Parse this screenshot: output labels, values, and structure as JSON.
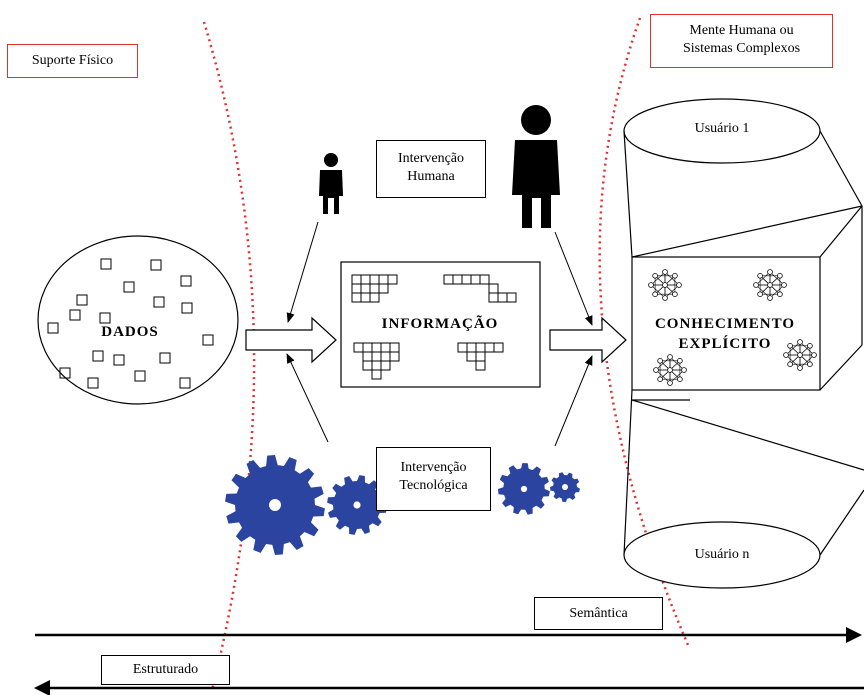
{
  "labels": {
    "suporte_fisico": "Suporte Físico",
    "mente_line1": "Mente Humana ou",
    "mente_line2": "Sistemas Complexos",
    "intervencao_humana_line1": "Intervenção",
    "intervencao_humana_line2": "Humana",
    "intervencao_tecnologica_line1": "Intervenção",
    "intervencao_tecnologica_line2": "Tecnológica",
    "dados": "DADOS",
    "informacao": "INFORMAÇÃO",
    "conhecimento_line1": "CONHECIMENTO",
    "conhecimento_line2": "EXPLÍCITO",
    "usuario_1": "Usuário 1",
    "usuario_n": "Usuário n",
    "semantica": "Semântica",
    "estruturado": "Estruturado"
  },
  "colors": {
    "boundary": "#e03030",
    "gear": "#2a44a0",
    "line": "#000000"
  },
  "icons": [
    "person-icon",
    "gear-icon",
    "network-icon",
    "arrow-icon"
  ]
}
